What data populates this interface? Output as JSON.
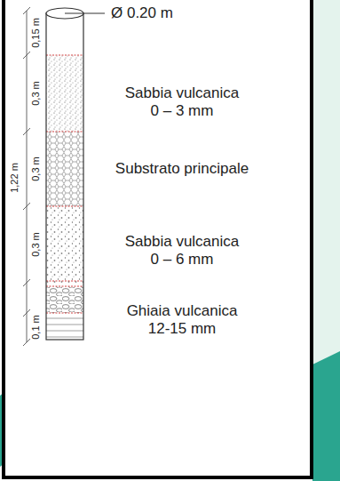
{
  "diagram": {
    "labels": [
      "0,15 m",
      "0,3 m",
      "0,3 m",
      "0,3 m",
      "0,1 m",
      "1,22 m",
      "Ø 0.20 m",
      "Sabbia vulcanica 0 – 3 mm",
      "Substrato principale",
      "Sabbia vulcanica 0 – 6 mm",
      "Ghiaia vulcanica 12-15 mm"
    ]
  }
}
